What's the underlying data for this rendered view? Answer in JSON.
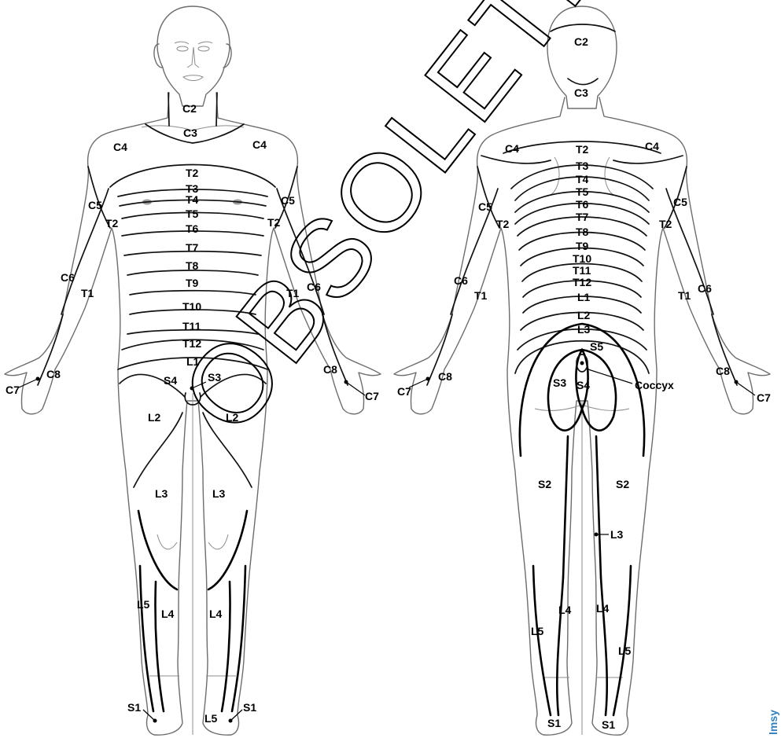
{
  "watermark": "OBSOLETE",
  "corner_badge": "lmsy",
  "front_view": {
    "labels": [
      "C2",
      "C3",
      "C4",
      "C4",
      "T2",
      "T3",
      "T4",
      "T5",
      "T6",
      "T7",
      "T8",
      "T9",
      "T10",
      "T11",
      "T12",
      "L1",
      "C5",
      "C5",
      "T2",
      "T2",
      "C6",
      "C6",
      "T1",
      "T1",
      "C8",
      "C8",
      "C7",
      "C7",
      "S4",
      "S3",
      "L2",
      "L2",
      "L3",
      "L3",
      "L5",
      "L4",
      "L4",
      "S1",
      "S1",
      "L5"
    ]
  },
  "back_view": {
    "labels": [
      "C2",
      "C3",
      "C4",
      "C4",
      "T2",
      "T3",
      "T4",
      "T5",
      "T6",
      "T7",
      "T8",
      "T9",
      "T10",
      "T11",
      "T12",
      "L1",
      "L2",
      "L3",
      "S5",
      "S3",
      "S4",
      "Coccyx",
      "C5",
      "C5",
      "T2",
      "T2",
      "C6",
      "C6",
      "T1",
      "T1",
      "C8",
      "C8",
      "C7",
      "C7",
      "S2",
      "S2",
      "L3",
      "L4",
      "L4",
      "L5",
      "L5",
      "S1",
      "S1"
    ]
  }
}
